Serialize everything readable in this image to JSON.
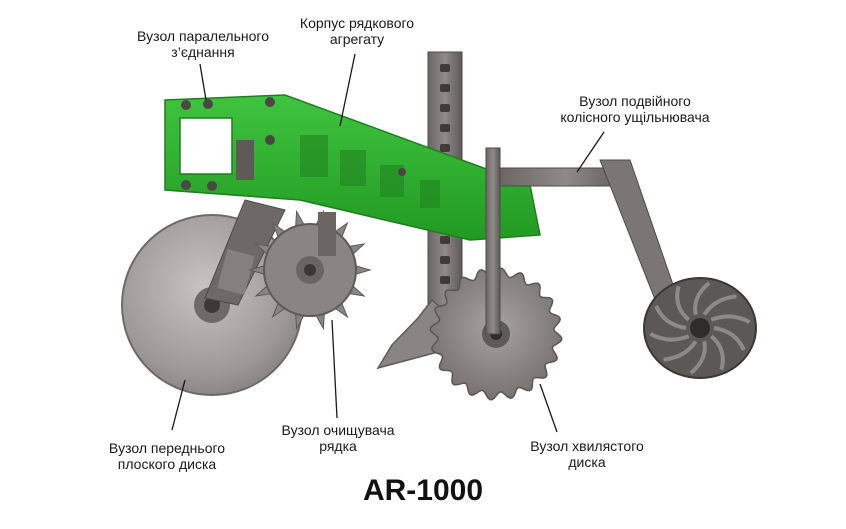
{
  "title": "AR-1000",
  "labels": {
    "parallel_link": {
      "line1": "Вузол паралельного",
      "line2": "з’єднання"
    },
    "row_unit_body": {
      "line1": "Корпус рядкового",
      "line2": "агрегату"
    },
    "double_wheel": {
      "line1": "Вузол подвійного",
      "line2": "колісного ущільнювача"
    },
    "front_disc": {
      "line1": "Вузол переднього",
      "line2": "плоского диска"
    },
    "row_cleaner": {
      "line1": "Вузол очищувача",
      "line2": "рядка"
    },
    "wavy_disc": {
      "line1": "Вузол хвилястого",
      "line2": "диска"
    }
  },
  "colors": {
    "frame_green": "#2fae2f",
    "metal_dark": "#5e5a58",
    "metal_mid": "#8a8583",
    "metal_light": "#b3aeac"
  }
}
